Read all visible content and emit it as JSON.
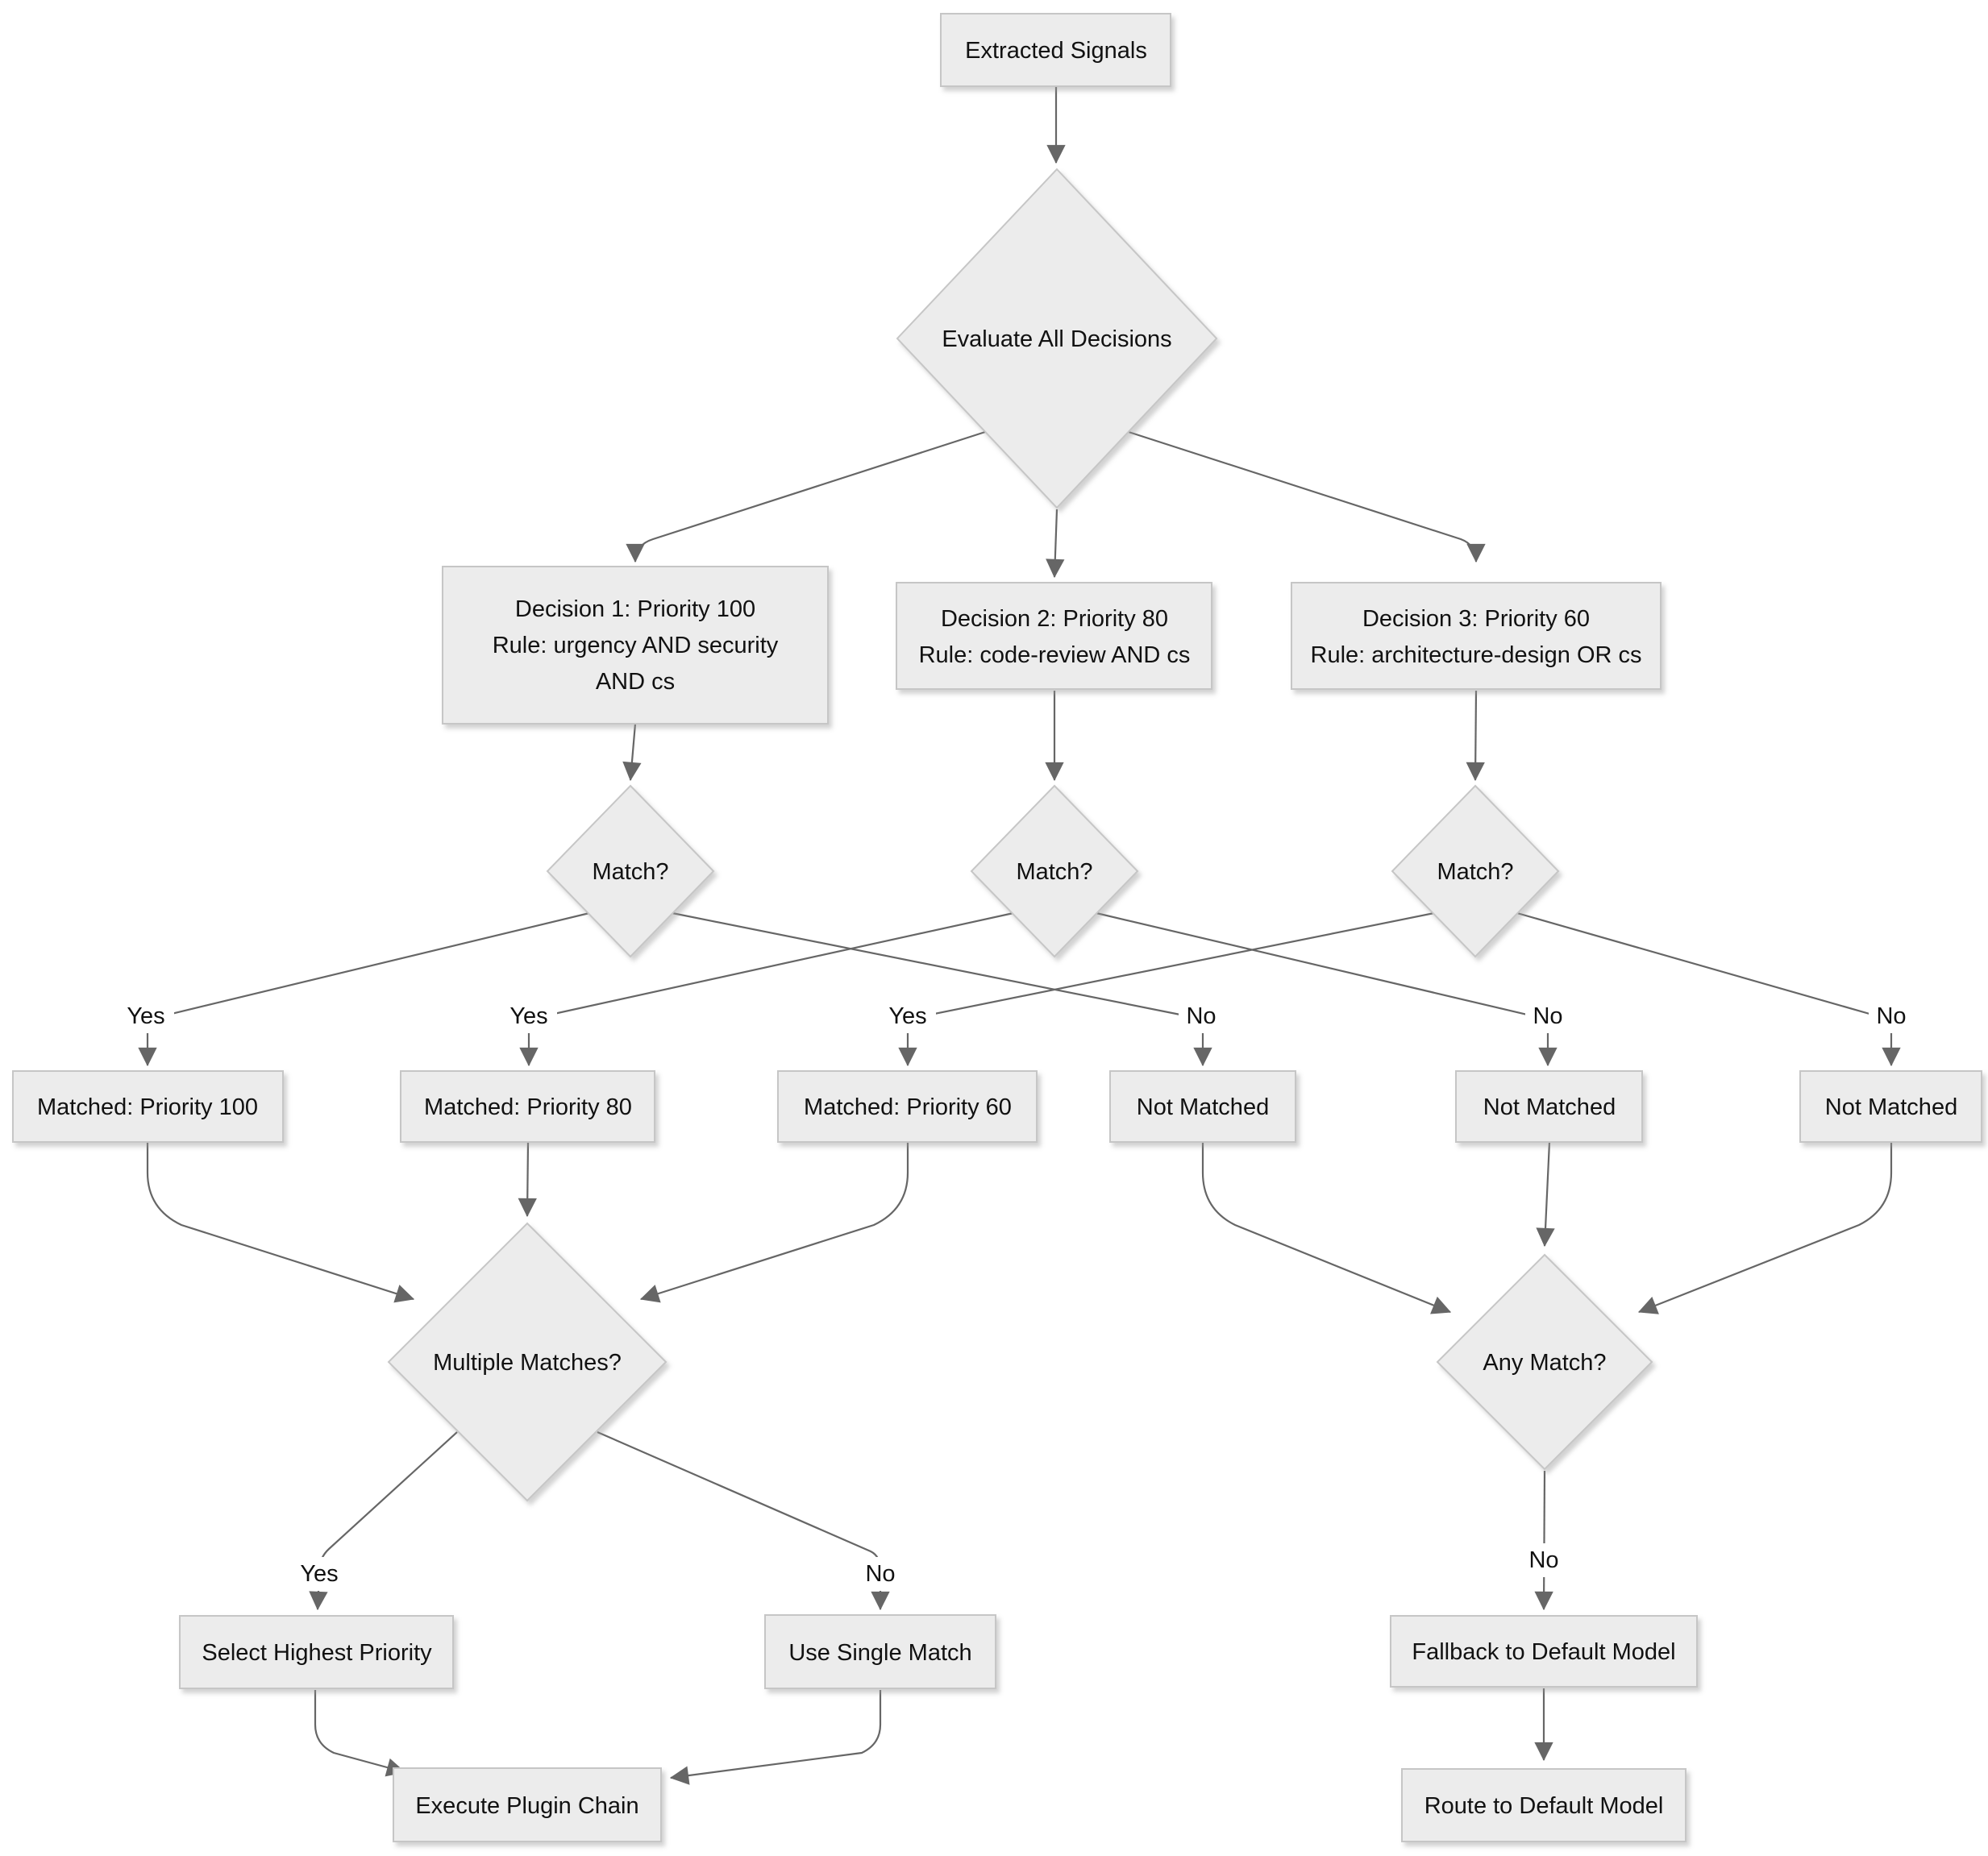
{
  "diagram": {
    "nodes": {
      "extracted_signals": {
        "label": "Extracted Signals"
      },
      "evaluate_all_decisions": {
        "label": "Evaluate All Decisions"
      },
      "decision1": {
        "line1": "Decision 1: Priority 100",
        "line2": "Rule: urgency AND security",
        "line3": "AND cs"
      },
      "decision2": {
        "line1": "Decision 2: Priority 80",
        "line2": "Rule: code-review AND cs"
      },
      "decision3": {
        "line1": "Decision 3: Priority 60",
        "line2": "Rule: architecture-design OR cs"
      },
      "match1": {
        "label": "Match?"
      },
      "match2": {
        "label": "Match?"
      },
      "match3": {
        "label": "Match?"
      },
      "matched_100": {
        "label": "Matched: Priority 100"
      },
      "matched_80": {
        "label": "Matched: Priority 80"
      },
      "matched_60": {
        "label": "Matched: Priority 60"
      },
      "not_matched_1": {
        "label": "Not Matched"
      },
      "not_matched_2": {
        "label": "Not Matched"
      },
      "not_matched_3": {
        "label": "Not Matched"
      },
      "multiple_matches": {
        "label": "Multiple Matches?"
      },
      "any_match": {
        "label": "Any Match?"
      },
      "select_highest_priority": {
        "label": "Select Highest Priority"
      },
      "use_single_match": {
        "label": "Use Single Match"
      },
      "execute_plugin_chain": {
        "label": "Execute Plugin Chain"
      },
      "fallback_default_model": {
        "label": "Fallback to Default Model"
      },
      "route_default_model": {
        "label": "Route to Default Model"
      }
    },
    "edge_labels": {
      "match1_yes": "Yes",
      "match2_yes": "Yes",
      "match3_yes": "Yes",
      "match1_no": "No",
      "match2_no": "No",
      "match3_no": "No",
      "multiple_yes": "Yes",
      "multiple_no": "No",
      "any_no": "No"
    },
    "colors": {
      "node_fill": "#ececec",
      "node_border": "#c6c6c6",
      "edge": "#666666",
      "text": "#111111",
      "background": "#ffffff"
    }
  }
}
